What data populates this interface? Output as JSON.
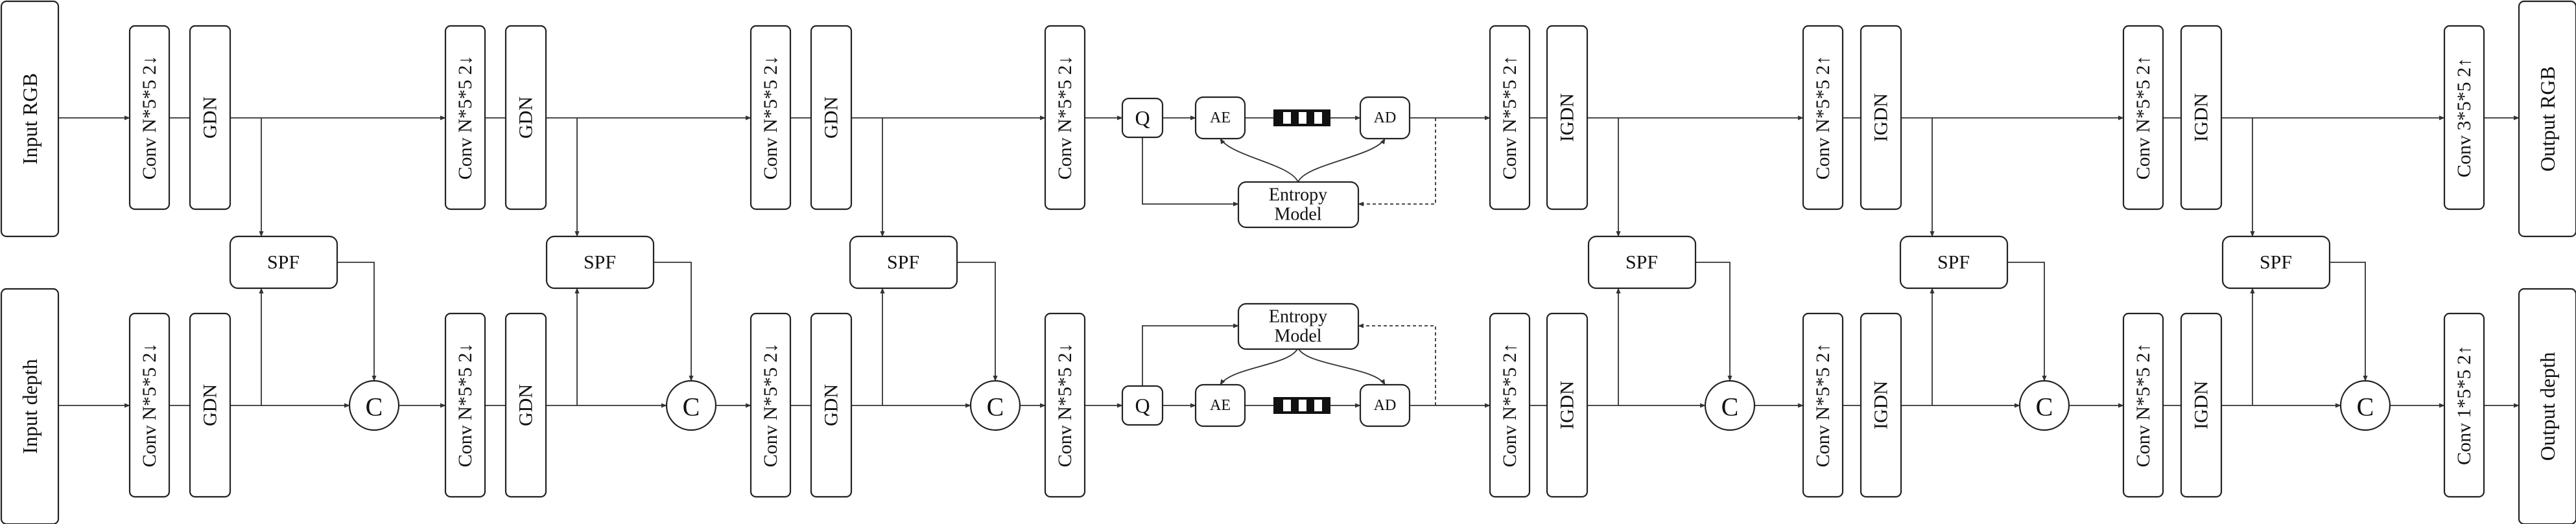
{
  "io": {
    "input_rgb": "Input RGB",
    "input_depth": "Input depth",
    "output_rgb": "Output RGB",
    "output_depth": "Output depth"
  },
  "encoder": {
    "conv_rgb": "Conv N*5*5 2↓",
    "conv_depth": "Conv N*5*5 2↓",
    "gdn": "GDN",
    "spf": "SPF",
    "concat": "C"
  },
  "coding": {
    "quantizer": "Q",
    "arithmetic_encoder": "AE",
    "arithmetic_decoder": "AD",
    "entropy_model_line1": "Entropy",
    "entropy_model_line2": "Model"
  },
  "decoder": {
    "conv_rgb": "Conv N*5*5 2↑",
    "conv_depth": "Conv N*5*5 2↑",
    "igdn": "IGDN",
    "spf": "SPF",
    "concat": "C",
    "conv_rgb_final": "Conv 3*5*5 2↑",
    "conv_depth_final": "Conv 1*5*5 2↑"
  }
}
